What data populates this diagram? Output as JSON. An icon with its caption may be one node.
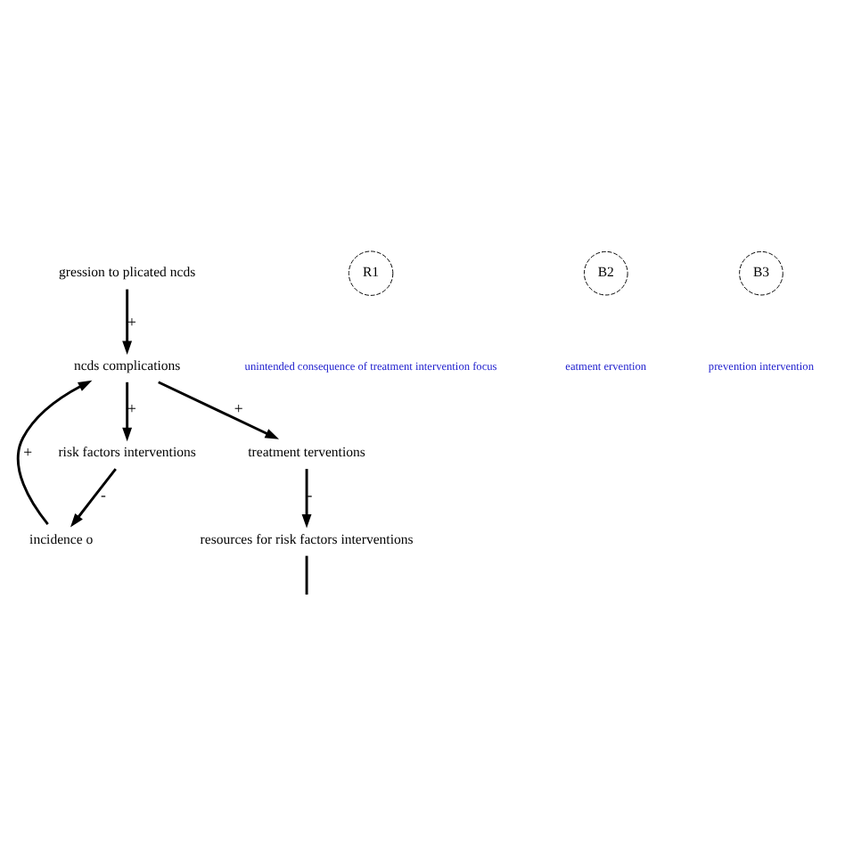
{
  "diagram": {
    "nodes": [
      {
        "text": [
          "resources for risk factors interventions"
        ]
      },
      {
        "text": [
          "treatment terventions"
        ]
      },
      {
        "text": [
          "incidence o"
        ]
      },
      {
        "text": [
          "ncds complications"
        ]
      },
      {
        "text": [
          "risk factors interventions"
        ]
      },
      {
        "text": [
          "gression to plicated ncds"
        ]
      }
    ],
    "edges": [
      {
        "from": 1,
        "to": 0,
        "arrow": "to",
        "label": "-"
      },
      {
        "from": 0,
        "to": null,
        "arrow": "none"
      },
      {
        "from": 2,
        "to": 3,
        "arrow": "to",
        "label": "+"
      },
      {
        "from": 3,
        "to": 1,
        "arrow": "to",
        "label": "+"
      },
      {
        "from": 5,
        "to": 3,
        "arrow": "to",
        "label": "+"
      },
      {
        "from": 3,
        "to": 4,
        "arrow": "to",
        "label": "+"
      },
      {
        "from": 4,
        "to": 2,
        "arrow": "to",
        "label": "-"
      }
    ],
    "labels": [
      "R1",
      "unintended consequence of treatment intervention focus",
      "B2",
      "eatment ervention",
      "B3",
      "prevention intervention"
    ]
  }
}
